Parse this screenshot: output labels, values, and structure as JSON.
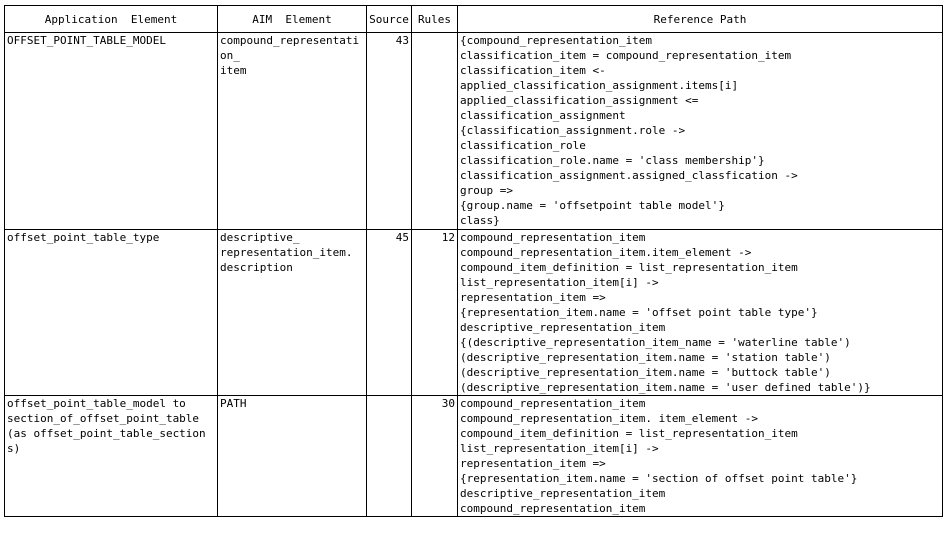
{
  "table": {
    "headers": {
      "application_element": "Application  Element",
      "aim_element": "AIM  Element",
      "source": "Source",
      "rules": "Rules",
      "reference_path": "Reference Path"
    },
    "rows": [
      {
        "application_element": "OFFSET_POINT_TABLE_MODEL",
        "aim_element": "compound_representation_\nitem",
        "source": "43",
        "rules": "",
        "reference_path": [
          "{compound_representation_item",
          "classification_item = compound_representation_item",
          "classification_item <-",
          "applied_classification_assignment.items[i]",
          "applied_classification_assignment <=",
          "classification_assignment",
          "{classification_assignment.role ->",
          "classification_role",
          "classification_role.name = 'class membership'}",
          "classification_assignment.assigned_classfication ->",
          "group =>",
          "{group.name = 'offsetpoint table model'}",
          "class}"
        ]
      },
      {
        "application_element": "offset_point_table_type",
        "aim_element": "descriptive_\nrepresentation_item.\ndescription",
        "source": "45",
        "rules": "12",
        "reference_path": [
          "compound_representation_item",
          "compound_representation_item.item_element ->",
          "compound_item_definition = list_representation_item",
          "list_representation_item[i] ->",
          "representation_item =>",
          "{representation_item.name = 'offset point table type'}",
          "descriptive_representation_item",
          "{(descriptive_representation_item_name = 'waterline table')",
          "(descriptive_representation_item.name = 'station table')",
          "(descriptive_representation_item.name = 'buttock table')",
          "(descriptive_representation_item.name = 'user defined table')}"
        ]
      },
      {
        "application_element": "offset_point_table_model to\nsection_of_offset_point_table\n(as offset_point_table_sections)",
        "aim_element": "PATH",
        "source": "",
        "rules": "30",
        "reference_path": [
          "compound_representation_item",
          "compound_representation_item. item_element ->",
          "compound_item_definition = list_representation_item",
          "list_representation_item[i] ->",
          "representation_item =>",
          "{representation_item.name = 'section of offset point table'}",
          "descriptive_representation_item",
          "compound_representation_item"
        ]
      }
    ]
  }
}
